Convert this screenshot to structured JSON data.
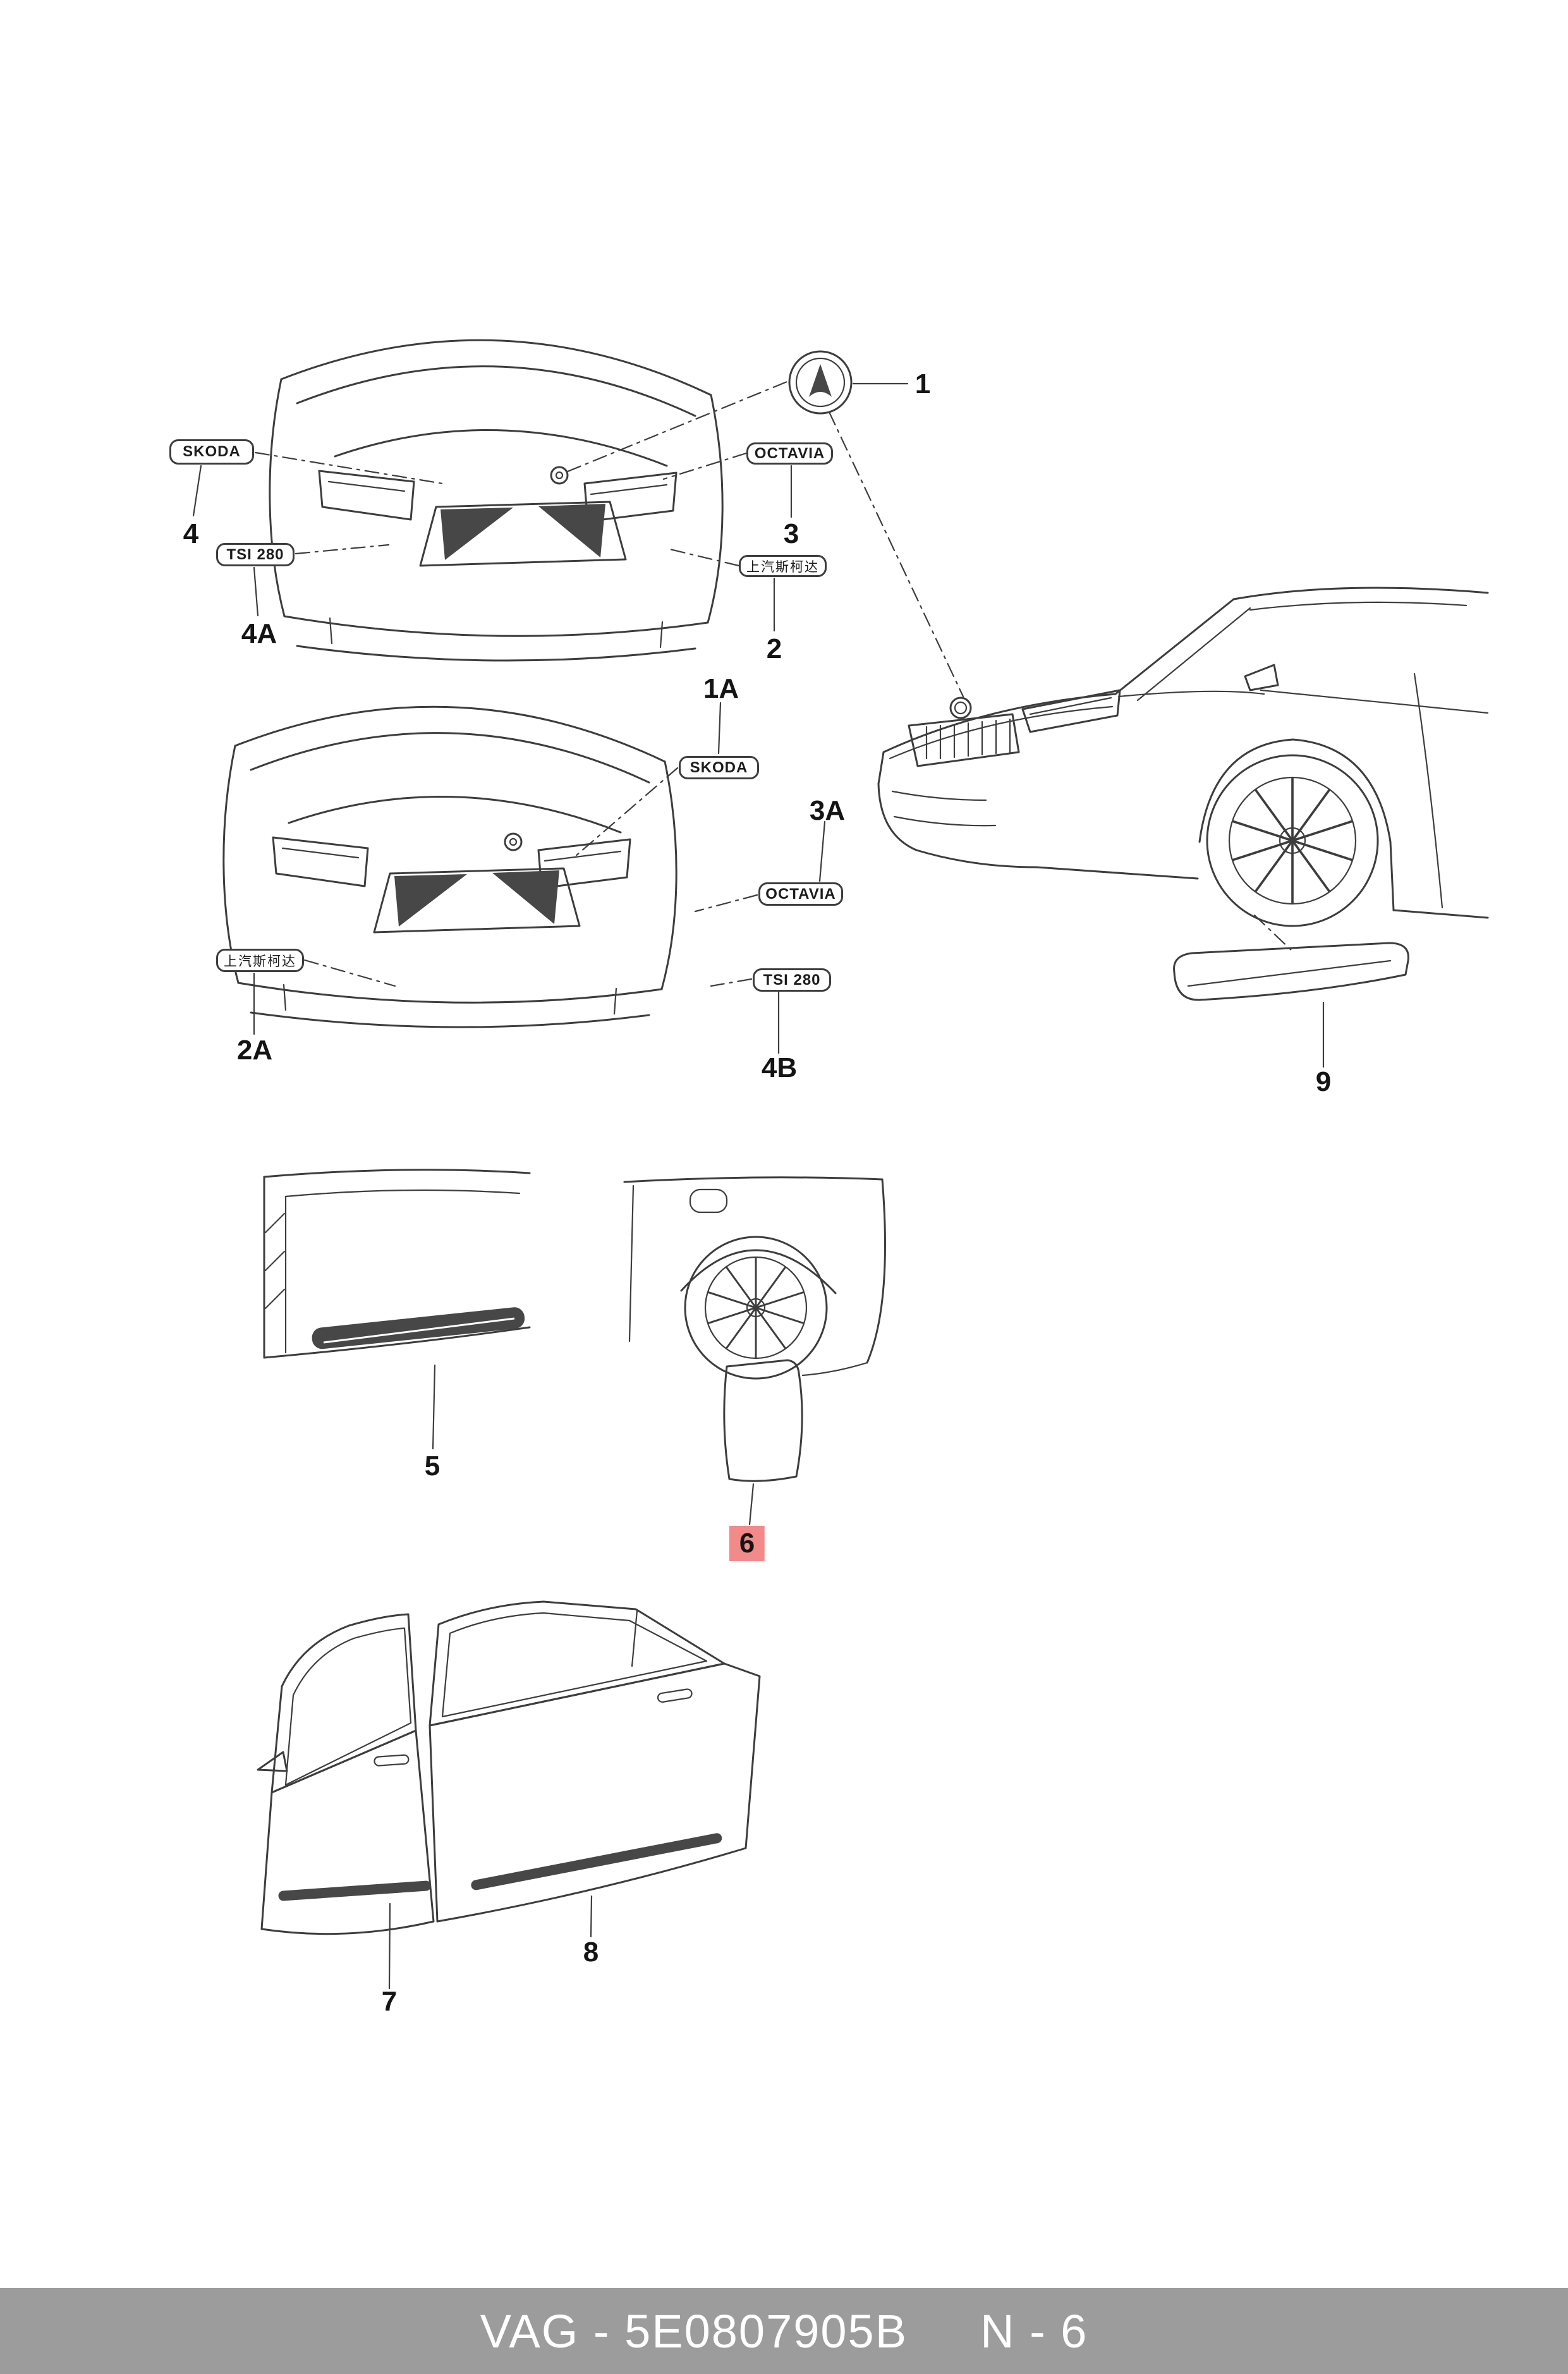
{
  "badges": {
    "skoda_top": "SKODA",
    "tsi_top": "TSI 280",
    "octavia_top": "OCTAVIA",
    "cn_top": "上汽斯柯达",
    "skoda_mid": "SKODA",
    "octavia_mid": "OCTAVIA",
    "cn_mid": "上汽斯柯达",
    "tsi_mid": "TSI 280"
  },
  "callouts": {
    "1": "1",
    "1A": "1A",
    "2": "2",
    "2A": "2A",
    "3": "3",
    "3A": "3A",
    "4": "4",
    "4A": "4A",
    "4B": "4B",
    "5": "5",
    "6": "6",
    "7": "7",
    "8": "8",
    "9": "9"
  },
  "footer": {
    "part_code": "VAG - 5E0807905B",
    "page_ref": "N - 6"
  },
  "colors": {
    "line": "#3d3d3d",
    "highlight": "#f28a8a",
    "footer_bg": "#9c9c9c",
    "footer_text": "#ffffff",
    "paper": "#ffffff"
  }
}
